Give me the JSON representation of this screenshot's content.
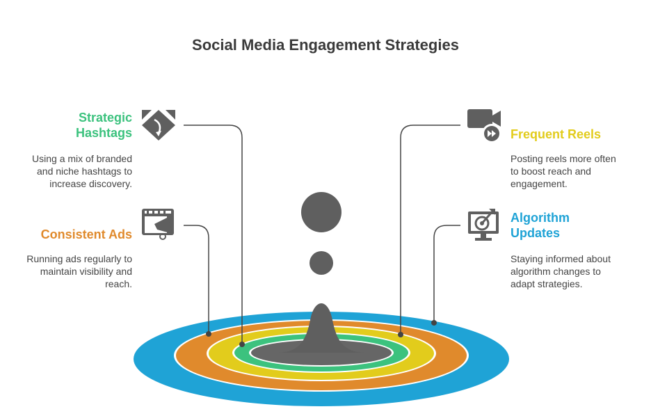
{
  "title": "Social Media Engagement Strategies",
  "colors": {
    "dark": "#5f5f5f",
    "blue": "#1fa3d6",
    "orange": "#e08a2c",
    "yellow": "#e2cc1c",
    "green": "#3cc27e",
    "inner": "#666666",
    "line": "#444444"
  },
  "items": {
    "hashtags": {
      "heading_lines": [
        "Strategic",
        "Hashtags"
      ],
      "desc_lines": [
        "Using a mix of branded",
        "and niche hashtags to",
        "increase discovery."
      ],
      "color": "#3cc27e",
      "icon": "hashtag-swap-icon"
    },
    "ads": {
      "heading_lines": [
        "Consistent Ads"
      ],
      "desc_lines": [
        "Running ads regularly to",
        "maintain visibility and",
        "reach."
      ],
      "color": "#e08a2c",
      "icon": "video-megaphone-icon"
    },
    "reels": {
      "heading_lines": [
        "Frequent Reels"
      ],
      "desc_lines": [
        "Posting reels more often",
        "to boost reach and",
        "engagement."
      ],
      "color": "#e2cc1c",
      "icon": "video-camera-fast-forward-icon"
    },
    "algorithm": {
      "heading_lines": [
        "Algorithm",
        "Updates"
      ],
      "desc_lines": [
        "Staying informed about",
        "algorithm changes to",
        "adapt strategies."
      ],
      "color": "#1fa3d6",
      "icon": "monitor-target-icon"
    }
  }
}
